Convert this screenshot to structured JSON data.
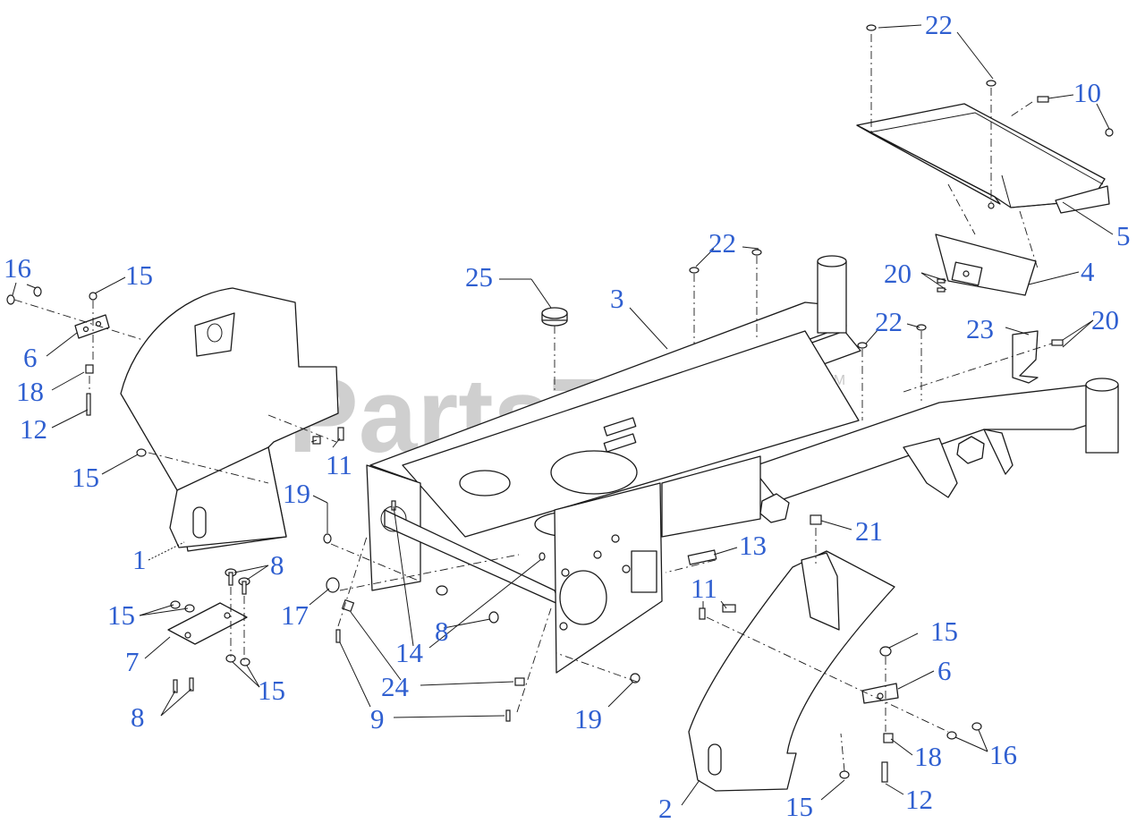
{
  "watermark": {
    "text": "PartsTree",
    "trademark": "TM",
    "color": "#bdbdbd"
  },
  "callout_color": "#2f5fd0",
  "callouts": {
    "p1": "1",
    "p2": "2",
    "p3": "3",
    "p4": "4",
    "p5": "5",
    "p6_left": "6",
    "p6_right": "6",
    "p7": "7",
    "p8_upper": "8",
    "p8_middle": "8",
    "p8_lower": "8",
    "p9": "9",
    "p10": "10",
    "p11_left": "11",
    "p11_right": "11",
    "p12_left": "12",
    "p12_right": "12",
    "p13": "13",
    "p14": "14",
    "p15_top_left": "15",
    "p15_mid_left": "15",
    "p15_bracket_left": "15",
    "p15_bottom_left": "15",
    "p15_right_upper": "15",
    "p15_right_lower": "15",
    "p16_left": "16",
    "p16_right": "16",
    "p17": "17",
    "p18_left": "18",
    "p18_right": "18",
    "p19_left": "19",
    "p19_right": "19",
    "p20_upper": "20",
    "p20_right": "20",
    "p21": "21",
    "p22_top": "22",
    "p22_middle": "22",
    "p22_right": "22",
    "p23": "23",
    "p24": "24",
    "p25": "25"
  }
}
